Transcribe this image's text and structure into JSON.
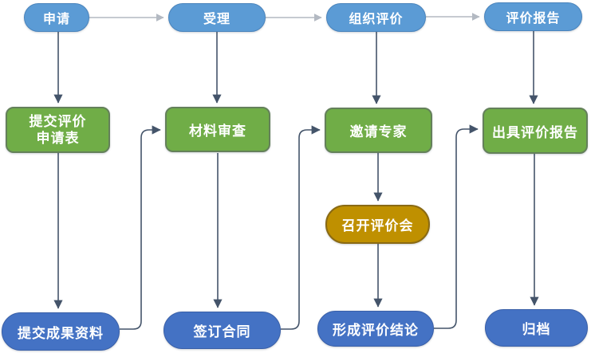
{
  "diagram_type": "flowchart",
  "colors": {
    "stage_fill": "#5b9bd5",
    "stage_border": "#4a84bc",
    "step_fill": "#70ad47",
    "step_border": "#64805a",
    "meeting_fill": "#bf9000",
    "meeting_border": "#8a6a14",
    "end_fill": "#4472c4",
    "end_border": "#3a60a8",
    "connector_dark": "#44546a",
    "connector_light": "#b3b9c2"
  },
  "nodes": {
    "stage_apply": "申请",
    "stage_accept": "受理",
    "stage_organize": "组织评价",
    "stage_report": "评价报告",
    "step_submit_form": "提交评价\n申请表",
    "step_material_review": "材料审查",
    "step_invite_experts": "邀请专家",
    "step_issue_report": "出具评价报告",
    "step_meeting": "召开评价会",
    "end_submit_materials": "提交成果资料",
    "end_sign_contract": "签订合同",
    "end_form_conclusion": "形成评价结论",
    "end_archive": "归档"
  },
  "edges": [
    {
      "from": "申请",
      "to": "受理",
      "style": "light"
    },
    {
      "from": "受理",
      "to": "组织评价",
      "style": "light"
    },
    {
      "from": "组织评价",
      "to": "评价报告",
      "style": "light"
    },
    {
      "from": "申请",
      "to": "提交评价申请表",
      "style": "dark"
    },
    {
      "from": "受理",
      "to": "材料审查",
      "style": "dark"
    },
    {
      "from": "组织评价",
      "to": "邀请专家",
      "style": "dark"
    },
    {
      "from": "评价报告",
      "to": "出具评价报告",
      "style": "dark"
    },
    {
      "from": "提交评价申请表",
      "to": "提交成果资料",
      "style": "dark"
    },
    {
      "from": "提交成果资料",
      "to": "材料审查",
      "style": "dark"
    },
    {
      "from": "材料审查",
      "to": "签订合同",
      "style": "dark"
    },
    {
      "from": "签订合同",
      "to": "邀请专家",
      "style": "dark"
    },
    {
      "from": "邀请专家",
      "to": "召开评价会",
      "style": "dark"
    },
    {
      "from": "召开评价会",
      "to": "形成评价结论",
      "style": "dark"
    },
    {
      "from": "形成评价结论",
      "to": "出具评价报告",
      "style": "dark"
    },
    {
      "from": "出具评价报告",
      "to": "归档",
      "style": "dark"
    }
  ]
}
